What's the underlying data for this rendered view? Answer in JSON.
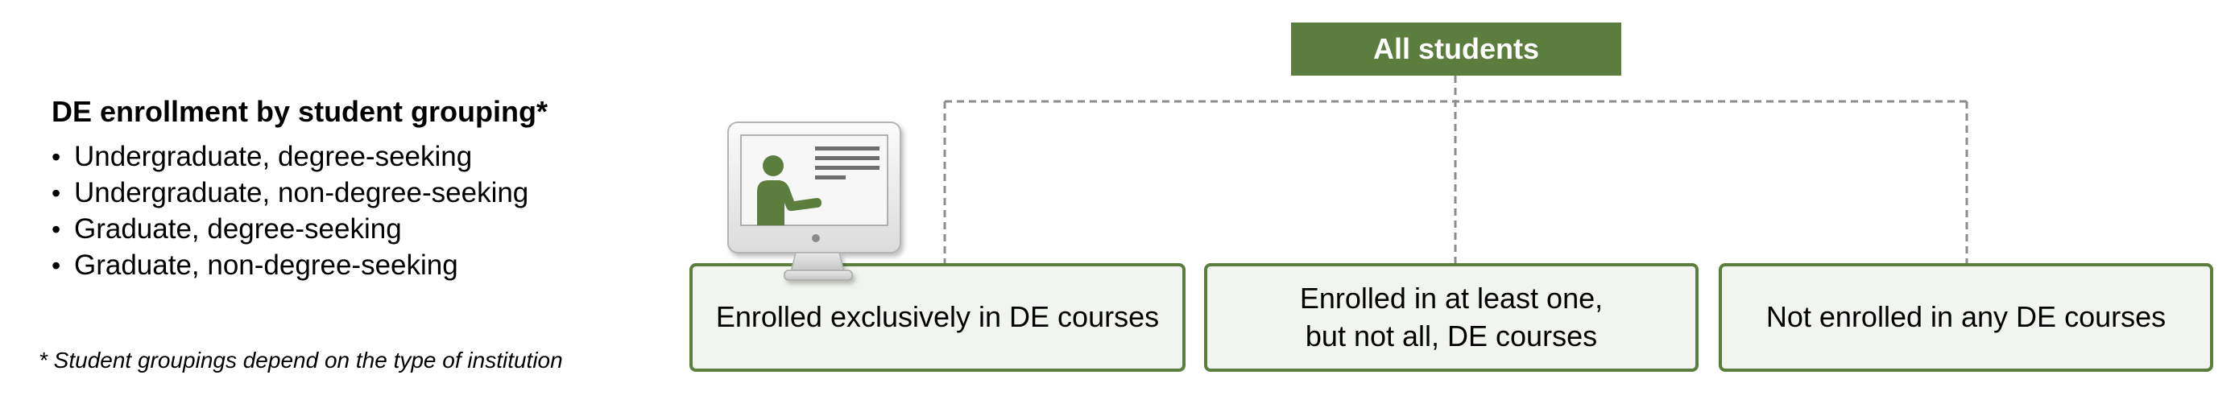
{
  "colors": {
    "accent": "#5b7e3e",
    "connector": "#8c8c8c"
  },
  "legend": {
    "title": "DE enrollment by student grouping*",
    "bullet": "•",
    "items": [
      "Undergraduate, degree-seeking",
      "Undergraduate, non-degree-seeking",
      "Graduate, degree-seeking",
      "Graduate, non-degree-seeking"
    ]
  },
  "footnote": "* Student groupings depend on the type of institution",
  "top_node": {
    "label": "All students"
  },
  "categories": [
    {
      "label": "Enrolled exclusively in DE courses"
    },
    {
      "label": "Enrolled in at least one,\nbut not all, DE courses"
    },
    {
      "label": "Not enrolled in any DE courses"
    }
  ],
  "icons": {
    "monitor": "computer-monitor-presenter-icon"
  }
}
